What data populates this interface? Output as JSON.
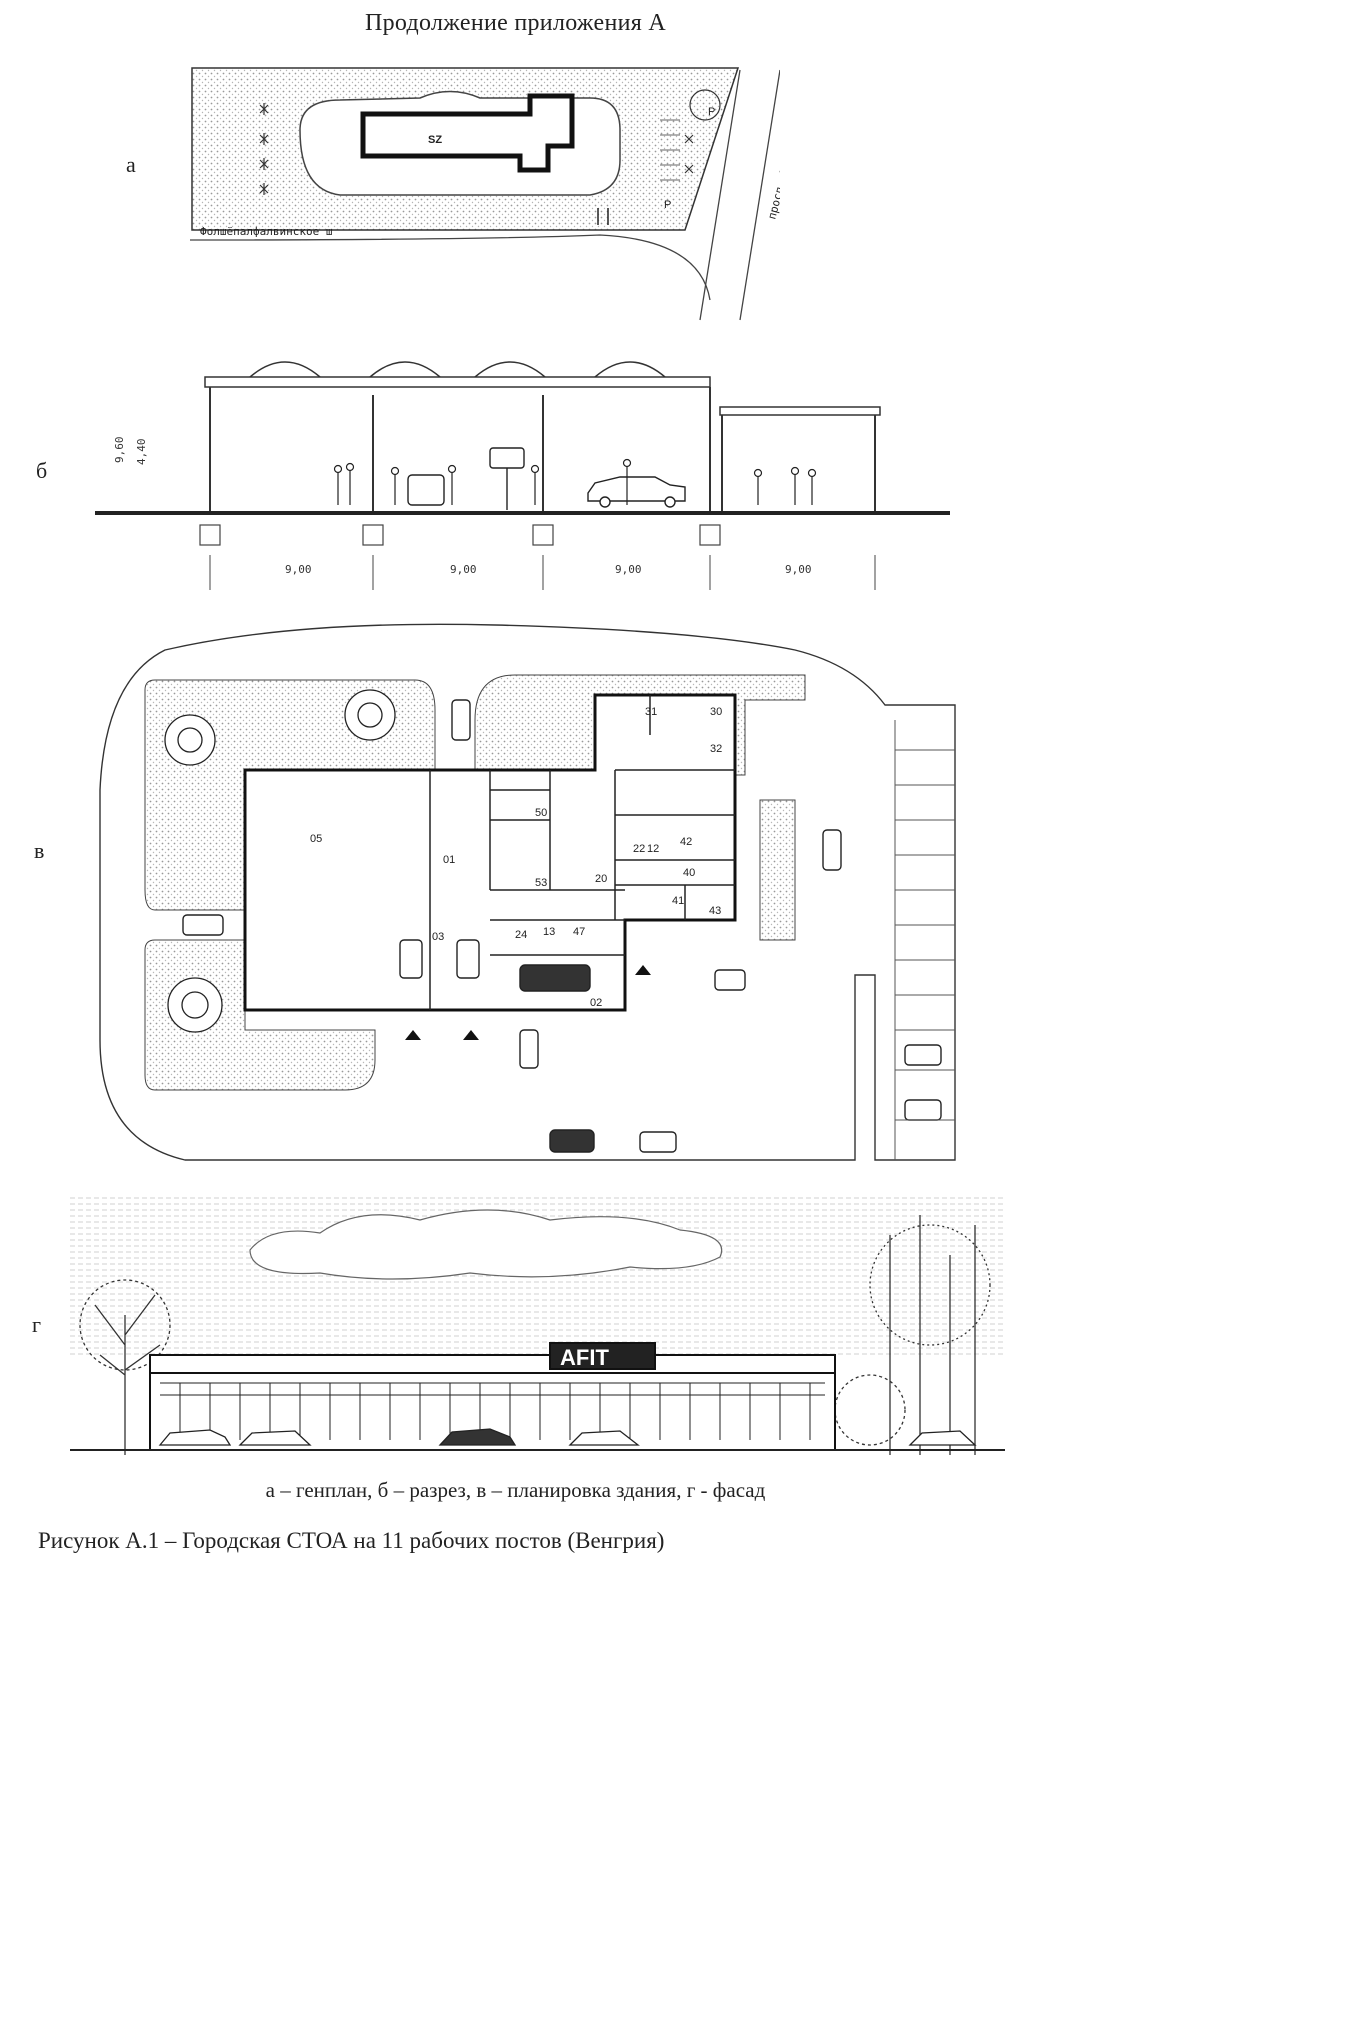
{
  "page": {
    "title": "Продолжение приложения А"
  },
  "panels": {
    "a": {
      "letter": "а",
      "building_label": "SZ",
      "road_left": "Фолшёпалфалвинское ш",
      "road_right": "просп. Ракоци",
      "parking_marks": [
        "P",
        "P"
      ]
    },
    "b": {
      "letter": "б",
      "height_total": "9,60",
      "height_hall": "4,40",
      "spans": [
        "9,00",
        "9,00",
        "9,00",
        "9,00"
      ]
    },
    "c": {
      "letter": "в",
      "rooms": [
        "05",
        "01",
        "50",
        "53",
        "20",
        "31",
        "30",
        "32",
        "42",
        "40",
        "41",
        "43",
        "24",
        "13",
        "47",
        "03",
        "02",
        "22",
        "12"
      ]
    },
    "d": {
      "letter": "г",
      "sign": "AFIT"
    }
  },
  "caption": {
    "legend": "а – генплан, б – разрез, в – планировка здания, г - фасад",
    "figure": "Рисунок А.1 – Городская СТОА на 11 рабочих постов (Венгрия)"
  }
}
